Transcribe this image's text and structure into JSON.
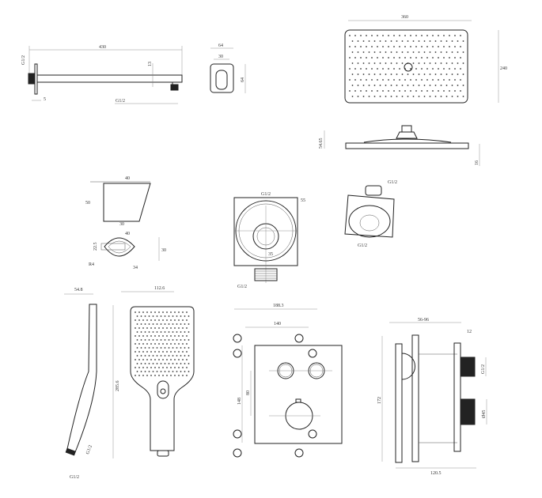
{
  "shower_arm": {
    "length": "430",
    "thread_wall": "G1/2",
    "height": "13",
    "flange": "5",
    "thread_out": "G1/2"
  },
  "wall_outlet": {
    "width": "64",
    "inner": "30",
    "height": "64"
  },
  "head_shower": {
    "width": "360",
    "height": "240",
    "side_height": "54.65",
    "thickness": "16"
  },
  "holder": {
    "top": "40",
    "height": "50",
    "bottom": "30",
    "top2": "40",
    "side": "30",
    "hole": "22.5",
    "r": "R4",
    "bottom2": "34"
  },
  "elbow": {
    "top": "G1/2",
    "diag": "55",
    "inner": "35",
    "bottom": "G1/2"
  },
  "hand_shower": {
    "depth": "54.8",
    "width": "112.6",
    "length": "285.6",
    "thread_side": "G1/2",
    "thread": "G1/2"
  },
  "mixer": {
    "outer_width": "188.3",
    "inner_width": "140",
    "height": "148",
    "spacing": "80",
    "top": "G1/2"
  },
  "mixer_side": {
    "depth_range": "56-96",
    "plate": "12",
    "height": "172",
    "thread": "G1/2",
    "diameter": "Ø45",
    "total": "120.5"
  },
  "colors": {
    "line": "#222222",
    "dim": "#777777"
  }
}
